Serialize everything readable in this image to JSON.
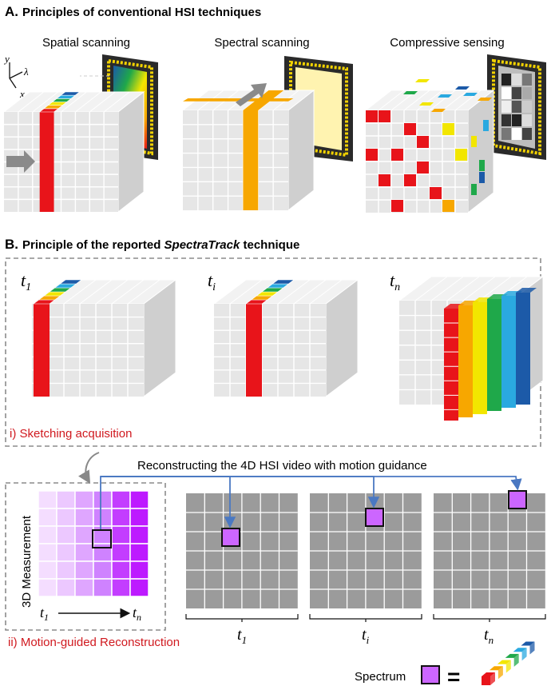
{
  "section_a": {
    "letter": "A.",
    "title": "Principles of conventional HSI techniques",
    "panels": [
      "Spatial scanning",
      "Spectral scanning",
      "Compressive sensing"
    ],
    "axes": {
      "y": "y",
      "lambda": "λ",
      "x": "x"
    }
  },
  "section_b": {
    "letter": "B.",
    "title_pre": "Principle of the reported ",
    "title_em": "SpectraTrack",
    "title_post": " technique",
    "times": [
      {
        "base": "t",
        "sub": "1"
      },
      {
        "base": "t",
        "sub": "i"
      },
      {
        "base": "t",
        "sub": "n"
      }
    ],
    "step1": "i) Sketching acquisition",
    "step2": "ii) Motion-guided Reconstruction",
    "arrow_text": "Reconstructing the 4D HSI video with motion guidance",
    "measurement_label": "3D Measurement",
    "meas_t_start": {
      "base": "t",
      "sub": "1"
    },
    "meas_t_end": {
      "base": "t",
      "sub": "n"
    },
    "frame_times": [
      {
        "base": "t",
        "sub": "1"
      },
      {
        "base": "t",
        "sub": "i"
      },
      {
        "base": "t",
        "sub": "n"
      }
    ],
    "spectrum_label": "Spectrum",
    "equals": "="
  },
  "colors": {
    "red": "#e8141a",
    "orange": "#f7a700",
    "yellow": "#f2e600",
    "green": "#1fa84a",
    "cyan": "#2aa9e0",
    "blue": "#1c5aa8",
    "cube_front": "#e6e6e6",
    "cube_top": "#f2f2f2",
    "cube_side": "#cfcfcf",
    "frame_gray": "#9b9b9b",
    "pixel_purple": "#cc66ff",
    "link_blue": "#4a78c2",
    "label_red": "#d0191f"
  }
}
